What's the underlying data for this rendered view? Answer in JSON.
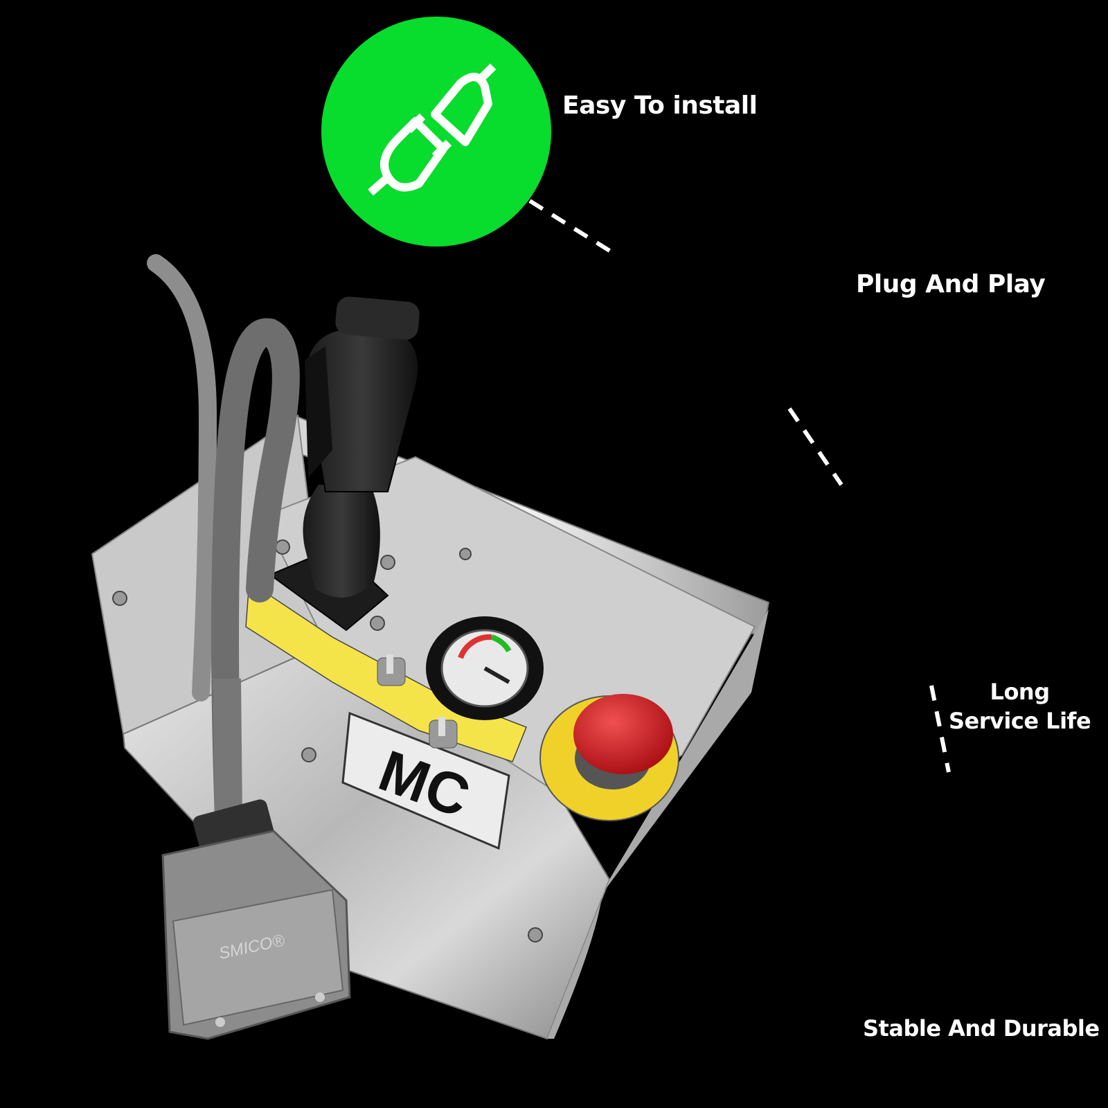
{
  "accent_color": "#08dc2c",
  "background_color": "#000000",
  "features": [
    {
      "icon": "plug-icon",
      "label": "Easy To install"
    },
    {
      "icon": "wrench-icon",
      "label": "Plug And Play"
    },
    {
      "icon": "refresh-cycle-icon",
      "label_line1": "Long",
      "label_line2": "Service Life"
    },
    {
      "icon": "triangle-nodes-icon",
      "label": "Stable And Durable"
    }
  ],
  "product": {
    "panel_label": "MC",
    "connector_brand": "SMICO®"
  }
}
